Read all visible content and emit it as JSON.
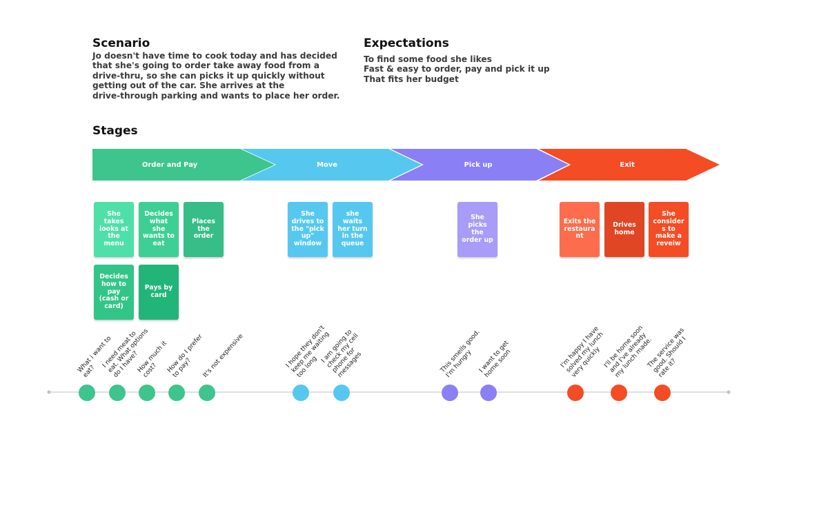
{
  "scenario": {
    "title": "Scenario",
    "lines": [
      "Jo doesn't have time to cook today and has decided",
      "that she's going to order take away food from a",
      "drive-thru, so she can picks it up quickly without",
      "getting out of the car. She arrives at the",
      "drive-through parking and wants to place her order."
    ]
  },
  "expectations": {
    "title": "Expectations",
    "lines": [
      "To find some food she likes",
      "Fast & easy to order, pay and pick it up",
      "That fits her budget"
    ]
  },
  "stages_title": "Stages",
  "stages": [
    {
      "label": "Order and Pay",
      "color": "#3ec48d"
    },
    {
      "label": "Move",
      "color": "#56c8f0"
    },
    {
      "label": "Pick up",
      "color": "#8b7ff5"
    },
    {
      "label": "Exit",
      "color": "#f44c24"
    }
  ],
  "cards": {
    "order_and_pay": [
      {
        "text": "She takes looks at the menu",
        "color": "#4ee0a8"
      },
      {
        "text": "Decides what she wants to eat",
        "color": "#3ecf95"
      },
      {
        "text": "Places the order",
        "color": "#36bd88"
      },
      {
        "text": "Decides how to pay (cash or card)",
        "color": "#33c588"
      },
      {
        "text": "Pays by card",
        "color": "#22b57a"
      }
    ],
    "move": [
      {
        "text": "She drives to the \"pick up\" window",
        "color": "#56c8f0"
      },
      {
        "text": "she waits her turn in the queue",
        "color": "#56c8f0"
      }
    ],
    "pick_up": [
      {
        "text": "She picks the order up",
        "color": "#a79cf7"
      }
    ],
    "exit": [
      {
        "text": "Exits the restaurant",
        "color": "#fd6c4d"
      },
      {
        "text": "Drives home",
        "color": "#e04623"
      },
      {
        "text": "She considers to make a reveiw",
        "color": "#f44c24"
      }
    ]
  },
  "timeline": {
    "line_color": "#cccccc",
    "notes": [
      {
        "lines": [
          "What i want to",
          "eat?"
        ],
        "color": "#3ec48d"
      },
      {
        "lines": [
          "I need meat to",
          "eat. What options",
          "do I have?"
        ],
        "color": "#3ec48d"
      },
      {
        "lines": [
          "How much it",
          "cost?"
        ],
        "color": "#3ec48d"
      },
      {
        "lines": [
          "How do I prefer",
          "to pay?"
        ],
        "color": "#3ec48d"
      },
      {
        "lines": [
          "It's not expensive"
        ],
        "color": "#3ec48d"
      },
      {
        "lines": [
          "I hope they don't",
          "keep me waiting",
          "too long"
        ],
        "color": "#56c8f0"
      },
      {
        "lines": [
          "I am going to",
          "check my cell",
          "phone for",
          "messages"
        ],
        "color": "#56c8f0"
      },
      {
        "lines": [
          "This smells good.",
          "I'm hungry"
        ],
        "color": "#8b7ff5"
      },
      {
        "lines": [
          "I want to get",
          "home soon"
        ],
        "color": "#8b7ff5"
      },
      {
        "lines": [
          "I'm happy I have",
          "solved my lunch",
          "very quickly"
        ],
        "color": "#f44c24"
      },
      {
        "lines": [
          "I'll be home soon",
          "and I've already",
          "my lunch made."
        ],
        "color": "#f44c24"
      },
      {
        "lines": [
          "The service was",
          "good. Should I",
          "rate it?"
        ],
        "color": "#f44c24"
      }
    ]
  }
}
